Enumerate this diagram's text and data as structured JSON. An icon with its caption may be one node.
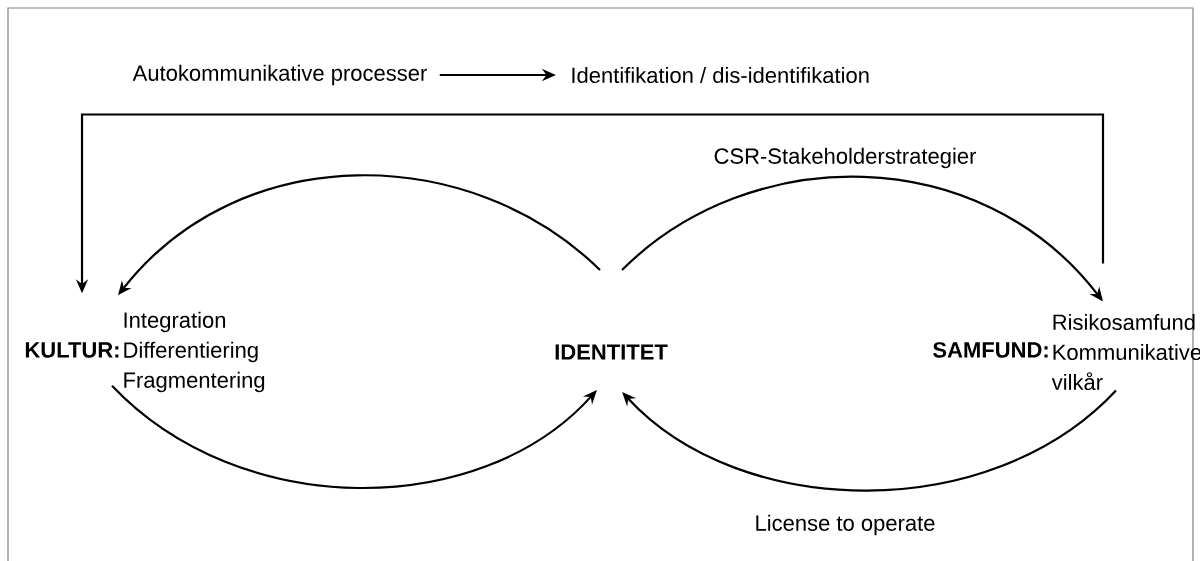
{
  "diagram": {
    "nodes": [
      {
        "text": [
          "Autokommunikative processer"
        ]
      },
      {
        "text": [
          "Identifikation / dis-identifikation"
        ]
      },
      {
        "text": [
          "KULTUR:",
          "Integration Differentiering Fragmentering"
        ]
      },
      {
        "text": [
          "IDENTITET"
        ]
      },
      {
        "text": [
          "SAMFUND:",
          "Risikosamfund Kommunikative vilkår"
        ]
      }
    ],
    "edges": [
      {
        "from": 0,
        "to": 1,
        "arrow": "to"
      },
      {
        "from": 4,
        "to": 2,
        "arrow": "to"
      },
      {
        "from": 3,
        "to": 2,
        "arrow": "to"
      },
      {
        "from": 3,
        "to": 4,
        "arrow": "to",
        "label": "CSR-Stakeholderstrategier"
      },
      {
        "from": 2,
        "to": 3,
        "arrow": "to"
      },
      {
        "from": 4,
        "to": 3,
        "arrow": "to",
        "label": "License to operate"
      }
    ]
  }
}
